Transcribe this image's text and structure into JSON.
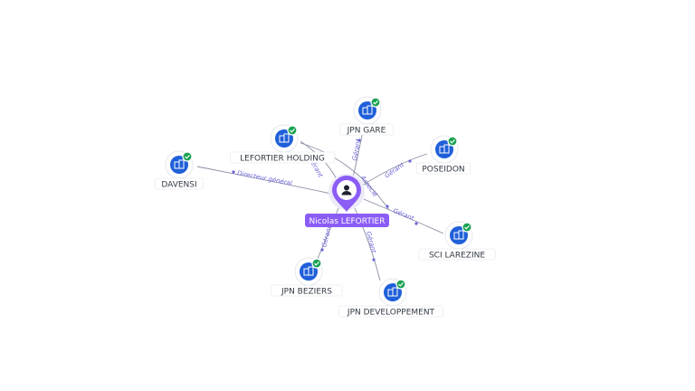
{
  "center": {
    "name": "Nicolas LEFORTIER",
    "icon": "person-icon",
    "color": "#8b5cf6"
  },
  "companies": [
    {
      "id": "davensi",
      "label": "DAVENSI",
      "icon": "building-icon",
      "verified": true
    },
    {
      "id": "lefortier-holding",
      "label": "LEFORTIER HOLDING",
      "icon": "building-icon",
      "verified": true
    },
    {
      "id": "jpn-gare",
      "label": "JPN GARE",
      "icon": "building-icon",
      "verified": true
    },
    {
      "id": "poseidon",
      "label": "POSEIDON",
      "icon": "building-icon",
      "verified": true
    },
    {
      "id": "sci-larezine",
      "label": "SCI LAREZINE",
      "icon": "building-icon",
      "verified": true
    },
    {
      "id": "jpn-developpement",
      "label": "JPN DEVELOPPEMENT",
      "icon": "building-icon",
      "verified": true
    },
    {
      "id": "jpn-beziers",
      "label": "JPN BEZIERS",
      "icon": "building-icon",
      "verified": true
    }
  ],
  "edges": [
    {
      "target": "davensi",
      "label": "Directeur général"
    },
    {
      "target": "lefortier-holding",
      "label": "Gérant"
    },
    {
      "target": "jpn-gare",
      "label": "Gérant"
    },
    {
      "target": "poseidon",
      "label": "Gérant"
    },
    {
      "target": "sci-larezine",
      "label": "Gérant"
    },
    {
      "target": "jpn-developpement",
      "label": "Gérant"
    },
    {
      "target": "jpn-beziers",
      "label": "Gérant"
    },
    {
      "target": "lefortier-holding",
      "label": "Associé"
    }
  ],
  "colors": {
    "company": "#1f5fd9",
    "verified": "#1aa251",
    "edge": "#8a8fa3",
    "edge_label": "#6a63d6"
  }
}
